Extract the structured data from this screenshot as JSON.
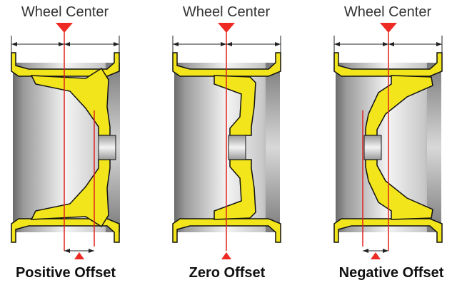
{
  "panels": [
    {
      "title": "Wheel Center",
      "caption": "Positive Offset"
    },
    {
      "title": "Wheel Center",
      "caption": "Zero Offset"
    },
    {
      "title": "Wheel Center",
      "caption": "Negative Offset"
    }
  ],
  "colors": {
    "spoke": "#f2e51b",
    "spoke_outline": "#111111",
    "center_line": "#e0231f",
    "marker": "#ee2a24",
    "dimension": "#222222",
    "barrel_dark": "#6a6a6a",
    "barrel_light": "#f4f4f4"
  }
}
